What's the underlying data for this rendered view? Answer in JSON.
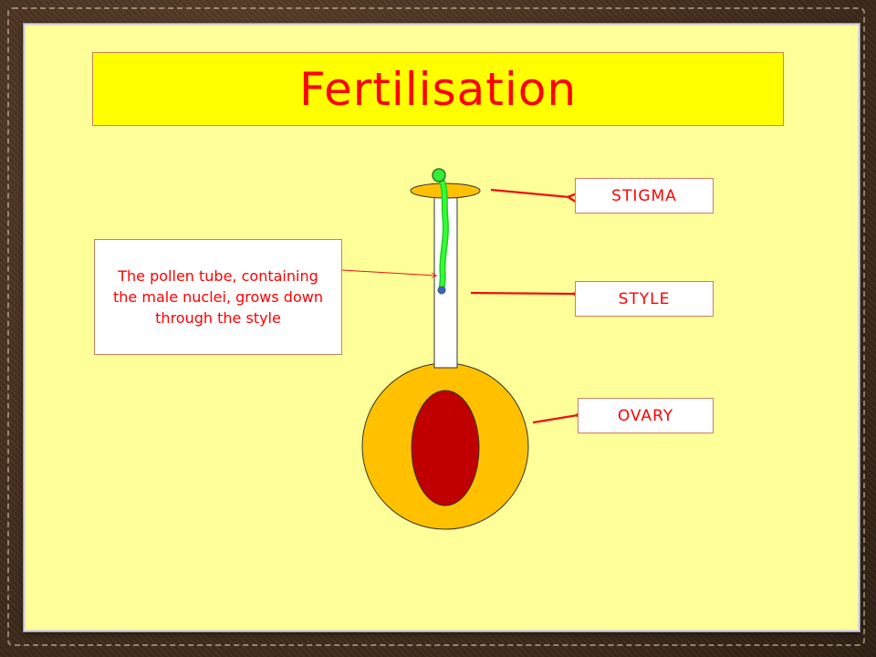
{
  "slide": {
    "title": "Fertilisation"
  },
  "labels": {
    "stigma": "STIGMA",
    "style": "STYLE",
    "ovary": "OVARY"
  },
  "callout": {
    "text": "The pollen tube, containing the male nuclei, grows down through the style"
  },
  "colors": {
    "panel_background": "#ffff99",
    "title_background": "#ffff00",
    "text_red": "#ff0000",
    "ovary_wall": "#ffc000",
    "ovule": "#c00000",
    "pollen_tube": "#00ee00",
    "stigma": "#ffc000",
    "arrow": "#ee1111"
  }
}
